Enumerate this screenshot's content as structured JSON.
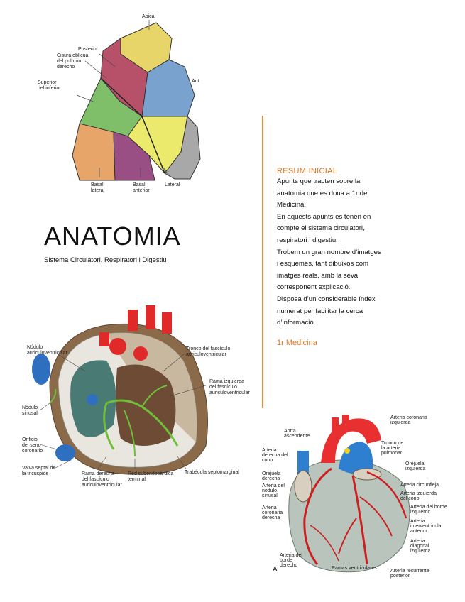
{
  "cover": {
    "title": "ANATOMIA",
    "subtitle": "Sistema Circulatori, Respiratori i Digestiu",
    "summary_heading": "RESUM INICIAL",
    "summary_lines": [
      "Apunts que tracten sobre la",
      "anatomia que es dona a 1r de",
      "Medicina.",
      "En aquests apunts es tenen en",
      "compte el sistema circulatori,",
      "respiratori i digestiu.",
      "Trobem un gran nombre d’imatges",
      "i esquemes, tant dibuixos com",
      "imatges reals, amb la seva",
      "corresponent explicació.",
      "Disposa d’un considerable índex",
      "numerat per facilitar la cerca",
      "d’informació."
    ],
    "course": "1r Medicina",
    "accent_color": "#e0741f"
  },
  "lung_figure": {
    "labels": {
      "apical": "Apical",
      "posterior": "Posterior",
      "fissure_1": "Cisura oblicua",
      "fissure_2": "del pulmón",
      "fissure_3": "derecho",
      "superior_1": "Superior",
      "superior_2": "del inferior",
      "ant": "Ant",
      "basal_lateral_1": "Basal",
      "basal_lateral_2": "lateral",
      "basal_anterior_1": "Basal",
      "basal_anterior_2": "anterior",
      "lateral": "Lateral"
    }
  },
  "heart_conduction_figure": {
    "labels": {
      "av_node_1": "Nódulo",
      "av_node_2": "auriculoventricular",
      "sinus_node_1": "Nódulo",
      "sinus_node_2": "sinusal",
      "orifice_1": "Orificio",
      "orifice_2": "del seno",
      "orifice_3": "coronario",
      "valve_1": "Valva septal de",
      "valve_2": "la tricúspide",
      "right_branch_1": "Rama derecha",
      "right_branch_2": "del fascículo",
      "right_branch_3": "auriculoventricular",
      "network_1": "Red subendocárdica",
      "network_2": "terminal",
      "trunk_1": "Tronco del fascículo",
      "trunk_2": "auriculoventricular",
      "left_branch_1": "Rama izquierda",
      "left_branch_2": "del fascículo",
      "left_branch_3": "auriculoventricular",
      "trabecula": "Trabécula septomarginal"
    }
  },
  "heart_coronary_figure": {
    "labels": {
      "aorta_1": "Aorta",
      "aorta_2": "ascendente",
      "left_coronary_1": "Arteria coronaria",
      "left_coronary_2": "izquierda",
      "pulm_trunk_1": "Tronco de",
      "pulm_trunk_2": "la arteria",
      "pulm_trunk_3": "pulmonar",
      "right_cone_1": "Arteria",
      "right_cone_2": "derecha del",
      "right_cone_3": "cono",
      "left_auricle_1": "Orejuela",
      "left_auricle_2": "izquierda",
      "right_auricle_1": "Orejuela",
      "right_auricle_2": "derecha",
      "circumflex": "Arteria circunfleja",
      "sinus_node_art_1": "Arteria del",
      "sinus_node_art_2": "nódulo",
      "sinus_node_art_3": "sinusal",
      "left_cone_1": "Arteria izquierda",
      "left_cone_2": "del cono",
      "right_coronary_1": "Arteria",
      "right_coronary_2": "coronaria",
      "right_coronary_3": "derecha",
      "border_left_1": "Arteria del borde",
      "border_left_2": "izquierdo",
      "interventricular_1": "Arteria",
      "interventricular_2": "interventricular",
      "interventricular_3": "anterior",
      "diagonal_1": "Arteria",
      "diagonal_2": "diagonal",
      "diagonal_3": "izquierda",
      "border_right_1": "Arteria del",
      "border_right_2": "borde",
      "border_right_3": "derecho",
      "ventricular": "Ramas ventriculares",
      "recurrent_1": "Arteria recurrente",
      "recurrent_2": "posterior",
      "panel_letter": "A"
    }
  }
}
